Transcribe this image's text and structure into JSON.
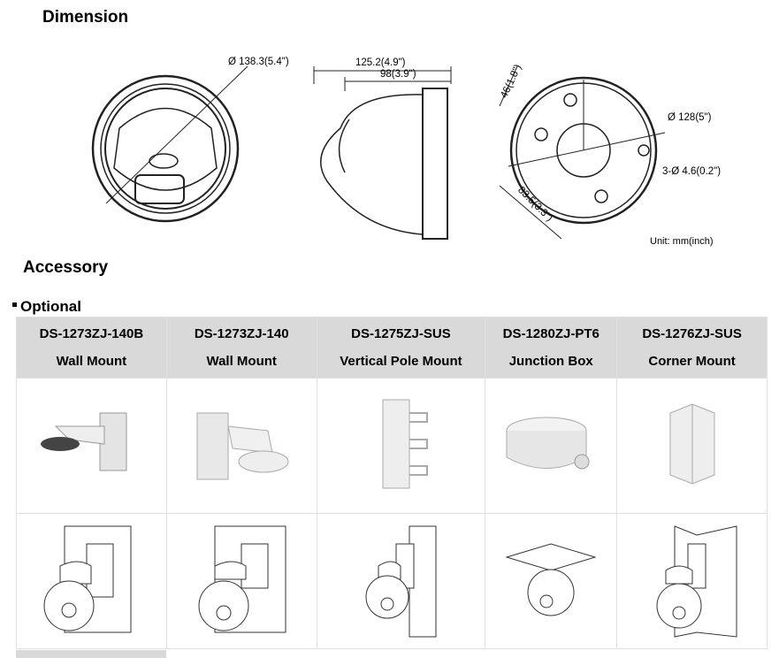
{
  "dimension": {
    "title": "Dimension",
    "front_diameter": "Ø 138.3(5.4\")",
    "side_length_total": "125.2(4.9\")",
    "side_length_body": "98(3.9\")",
    "base_height": "46(1.8\")",
    "base_diameter": "Ø 128(5\")",
    "hole_spec": "3-Ø 4.6(0.2\")",
    "hole_spacing": "83.5(3.3\")",
    "unit": "Unit: mm(inch)"
  },
  "accessory": {
    "title": "Accessory",
    "optional_label": "Optional",
    "items": [
      {
        "model": "DS-1273ZJ-140B",
        "name": "Wall Mount"
      },
      {
        "model": "DS-1273ZJ-140",
        "name": "Wall Mount"
      },
      {
        "model": "DS-1275ZJ-SUS",
        "name": "Vertical Pole Mount"
      },
      {
        "model": "DS-1280ZJ-PT6",
        "name": "Junction Box"
      },
      {
        "model": "DS-1276ZJ-SUS",
        "name": "Corner Mount"
      }
    ]
  }
}
